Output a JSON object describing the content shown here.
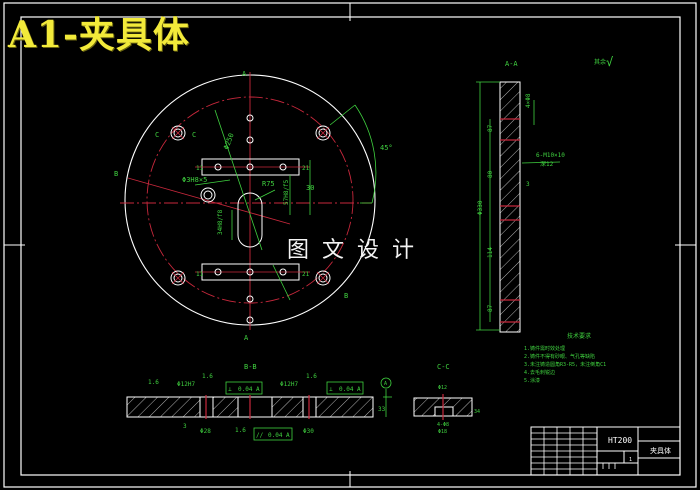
{
  "overlay": {
    "title": "A1-夹具体",
    "watermark": "图文设计"
  },
  "colors": {
    "background": "#000000",
    "outline": "#ffffff",
    "dimension": "#3fd13f",
    "centerline": "#c8283c",
    "title_text": "#f2ea3a"
  },
  "drawing": {
    "plan_view": {
      "section_marks": {
        "a_top": "A",
        "a_bottom": "A",
        "b_left": "B",
        "b_right": "B",
        "c_left": "C",
        "c_right": "C"
      },
      "dimensions": {
        "pcd_diameter": "Φ250",
        "hole_spec": "Φ3H8×5",
        "radius": "R75",
        "slot_width_top": "11",
        "slot_width_top_r": "21",
        "height_30": "30",
        "vert_label": "57H8/f5",
        "vert_label_2": "34H8/f8",
        "slot_width_bottom": "11",
        "slot_width_bottom_r": "21",
        "angle": "45°"
      }
    },
    "section_a": {
      "label": "A-A",
      "dimensions": {
        "top_small": "4×Φ8",
        "d1": "87",
        "d2": "80",
        "overall": "Φ330",
        "d3": "114",
        "d4": "87",
        "thread": "6-M10×10",
        "thread_depth": "深12",
        "step": "3"
      },
      "roughness_other": "其余",
      "roughness_value": "√"
    },
    "section_b": {
      "label": "B-B",
      "roughness": [
        "1.6",
        "1.6",
        "1.6",
        "1.6"
      ],
      "hole_left": "Φ12H7",
      "hole_right": "Φ12H7",
      "gdt_left": {
        "symbol": "⊥",
        "tolerance": "0.04",
        "datum": "A"
      },
      "gdt_right": {
        "symbol": "⊥",
        "tolerance": "0.04",
        "datum": "A"
      },
      "gdt_bottom": {
        "symbol": "//",
        "tolerance": "0.04",
        "datum": "A"
      },
      "dim_left": "Φ28",
      "dim_right": "Φ30",
      "dim_thickness": "33",
      "dim_small": "3",
      "datum": "A"
    },
    "section_c": {
      "label": "C-C",
      "top_dim": "Φ12",
      "side_dim": "34",
      "bottom_dim": "4-Φ8",
      "bottom_dim_2": "Φ18"
    },
    "tech_requirements": {
      "title": "技术要求",
      "items": [
        "1.铸件需时效处理",
        "2.铸件不得有砂眼、气孔等缺陷",
        "3.未注铸造圆角R3-R5，未注倒角C1",
        "4.去毛刺锐边",
        "5.涂漆"
      ]
    },
    "title_block": {
      "material": "HT200",
      "part_name": "夹具体",
      "scale_mark": "1"
    }
  }
}
